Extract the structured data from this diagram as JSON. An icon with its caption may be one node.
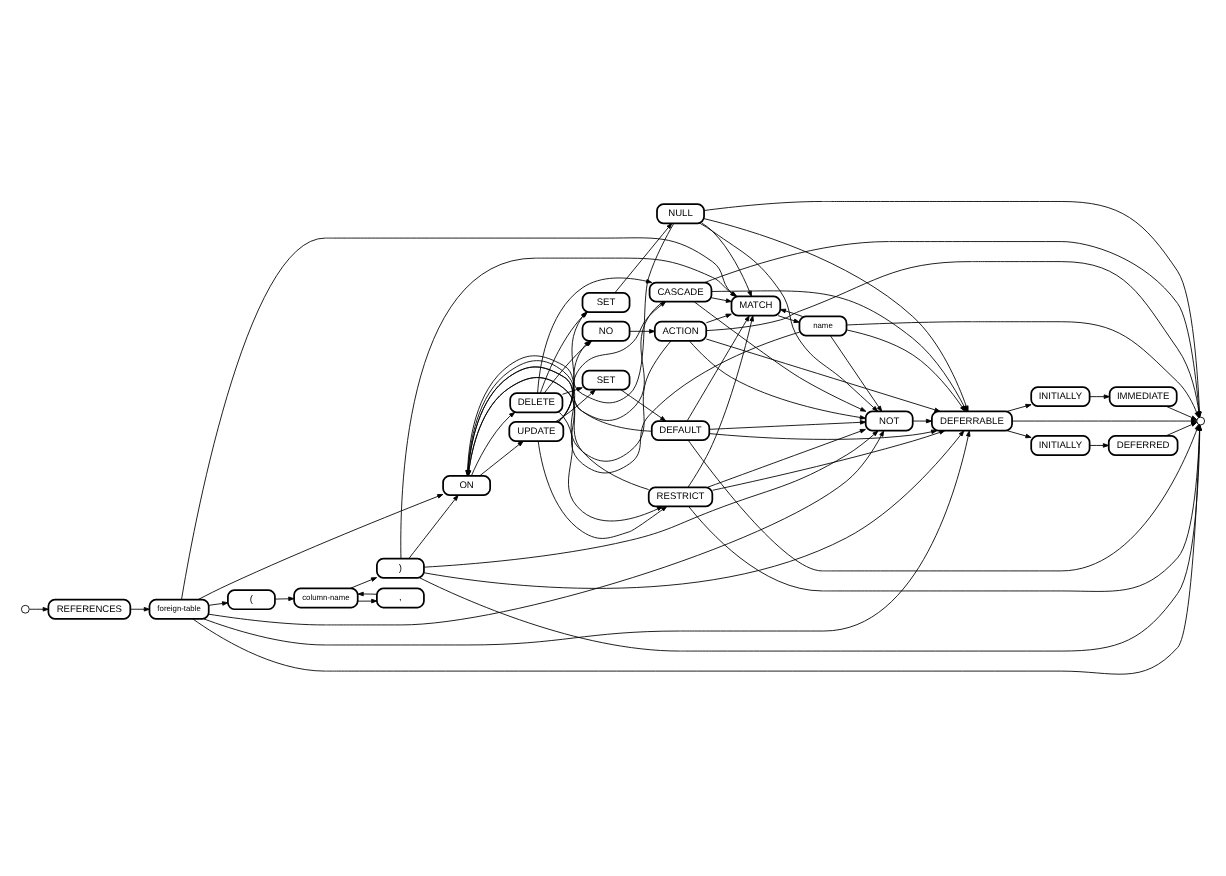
{
  "diagram": {
    "nodes": [
      {
        "text": [],
        "shape": "circle"
      },
      {
        "text": [
          "REFERENCES"
        ]
      },
      {
        "text": [
          "foreign-table"
        ]
      },
      {
        "text": [
          "("
        ]
      },
      {
        "text": [
          "column-name"
        ]
      },
      {
        "text": [
          ","
        ]
      },
      {
        "text": [
          ")"
        ]
      },
      {
        "text": [
          "ON"
        ]
      },
      {
        "text": [
          "DELETE"
        ]
      },
      {
        "text": [
          "UPDATE"
        ]
      },
      {
        "text": [
          "SET"
        ]
      },
      {
        "text": [
          "NULL"
        ]
      },
      {
        "text": [
          "SET"
        ]
      },
      {
        "text": [
          "DEFAULT"
        ]
      },
      {
        "text": [
          "CASCADE"
        ]
      },
      {
        "text": [
          "RESTRICT"
        ]
      },
      {
        "text": [
          "NO"
        ]
      },
      {
        "text": [
          "ACTION"
        ]
      },
      {
        "text": [
          "MATCH"
        ]
      },
      {
        "text": [
          "name"
        ]
      },
      {
        "text": [
          "NOT"
        ]
      },
      {
        "text": [
          "DEFERRABLE"
        ]
      },
      {
        "text": [
          "INITIALLY"
        ]
      },
      {
        "text": [
          "DEFERRED"
        ]
      },
      {
        "text": [
          "INITIALLY"
        ]
      },
      {
        "text": [
          "IMMEDIATE"
        ]
      },
      {
        "text": [],
        "shape": "circle"
      }
    ],
    "edges": [
      {
        "from": 0,
        "to": 1,
        "arrow": "to"
      },
      {
        "from": 1,
        "to": 2,
        "arrow": "to"
      },
      {
        "from": 2,
        "to": 3,
        "arrow": "to"
      },
      {
        "from": 3,
        "to": 4,
        "arrow": "to"
      },
      {
        "from": 4,
        "to": 5,
        "arrow": "to"
      },
      {
        "from": 5,
        "to": 4,
        "arrow": "to"
      },
      {
        "from": 4,
        "to": 6,
        "arrow": "to"
      },
      {
        "from": 2,
        "to": 7,
        "arrow": "to"
      },
      {
        "from": 2,
        "to": 18,
        "arrow": "to"
      },
      {
        "from": 2,
        "to": 20,
        "arrow": "to"
      },
      {
        "from": 2,
        "to": 21,
        "arrow": "to"
      },
      {
        "from": 2,
        "to": 26,
        "arrow": "to"
      },
      {
        "from": 6,
        "to": 7,
        "arrow": "to"
      },
      {
        "from": 6,
        "to": 18,
        "arrow": "to"
      },
      {
        "from": 6,
        "to": 20,
        "arrow": "to"
      },
      {
        "from": 6,
        "to": 21,
        "arrow": "to"
      },
      {
        "from": 6,
        "to": 26,
        "arrow": "to"
      },
      {
        "from": 7,
        "to": 8,
        "arrow": "to"
      },
      {
        "from": 7,
        "to": 9,
        "arrow": "to"
      },
      {
        "from": 8,
        "to": 10,
        "arrow": "to"
      },
      {
        "from": 8,
        "to": 12,
        "arrow": "to"
      },
      {
        "from": 8,
        "to": 14,
        "arrow": "to"
      },
      {
        "from": 8,
        "to": 15,
        "arrow": "to"
      },
      {
        "from": 8,
        "to": 16,
        "arrow": "to"
      },
      {
        "from": 9,
        "to": 10,
        "arrow": "to"
      },
      {
        "from": 9,
        "to": 12,
        "arrow": "to"
      },
      {
        "from": 9,
        "to": 14,
        "arrow": "to"
      },
      {
        "from": 9,
        "to": 15,
        "arrow": "to"
      },
      {
        "from": 9,
        "to": 16,
        "arrow": "to"
      },
      {
        "from": 10,
        "to": 11,
        "arrow": "to"
      },
      {
        "from": 12,
        "to": 13,
        "arrow": "to"
      },
      {
        "from": 16,
        "to": 17,
        "arrow": "to"
      },
      {
        "from": 18,
        "to": 19,
        "arrow": "to"
      },
      {
        "from": 11,
        "to": 7,
        "arrow": "to"
      },
      {
        "from": 11,
        "to": 18,
        "arrow": "to"
      },
      {
        "from": 11,
        "to": 20,
        "arrow": "to"
      },
      {
        "from": 11,
        "to": 21,
        "arrow": "to"
      },
      {
        "from": 11,
        "to": 26,
        "arrow": "to"
      },
      {
        "from": 13,
        "to": 7,
        "arrow": "to"
      },
      {
        "from": 13,
        "to": 18,
        "arrow": "to"
      },
      {
        "from": 13,
        "to": 20,
        "arrow": "to"
      },
      {
        "from": 13,
        "to": 21,
        "arrow": "to"
      },
      {
        "from": 13,
        "to": 26,
        "arrow": "to"
      },
      {
        "from": 14,
        "to": 7,
        "arrow": "to"
      },
      {
        "from": 14,
        "to": 18,
        "arrow": "to"
      },
      {
        "from": 14,
        "to": 20,
        "arrow": "to"
      },
      {
        "from": 14,
        "to": 21,
        "arrow": "to"
      },
      {
        "from": 14,
        "to": 26,
        "arrow": "to"
      },
      {
        "from": 15,
        "to": 7,
        "arrow": "to"
      },
      {
        "from": 15,
        "to": 18,
        "arrow": "to"
      },
      {
        "from": 15,
        "to": 20,
        "arrow": "to"
      },
      {
        "from": 15,
        "to": 21,
        "arrow": "to"
      },
      {
        "from": 15,
        "to": 26,
        "arrow": "to"
      },
      {
        "from": 17,
        "to": 7,
        "arrow": "to"
      },
      {
        "from": 17,
        "to": 18,
        "arrow": "to"
      },
      {
        "from": 17,
        "to": 20,
        "arrow": "to"
      },
      {
        "from": 17,
        "to": 21,
        "arrow": "to"
      },
      {
        "from": 17,
        "to": 26,
        "arrow": "to"
      },
      {
        "from": 19,
        "to": 7,
        "arrow": "to"
      },
      {
        "from": 19,
        "to": 18,
        "arrow": "to"
      },
      {
        "from": 19,
        "to": 20,
        "arrow": "to"
      },
      {
        "from": 19,
        "to": 21,
        "arrow": "to"
      },
      {
        "from": 19,
        "to": 26,
        "arrow": "to"
      },
      {
        "from": 20,
        "to": 21,
        "arrow": "to"
      },
      {
        "from": 21,
        "to": 22,
        "arrow": "to"
      },
      {
        "from": 21,
        "to": 24,
        "arrow": "to"
      },
      {
        "from": 21,
        "to": 26,
        "arrow": "to"
      },
      {
        "from": 22,
        "to": 23,
        "arrow": "to"
      },
      {
        "from": 24,
        "to": 25,
        "arrow": "to"
      },
      {
        "from": 23,
        "to": 26,
        "arrow": "to"
      },
      {
        "from": 25,
        "to": 26,
        "arrow": "to"
      }
    ]
  }
}
